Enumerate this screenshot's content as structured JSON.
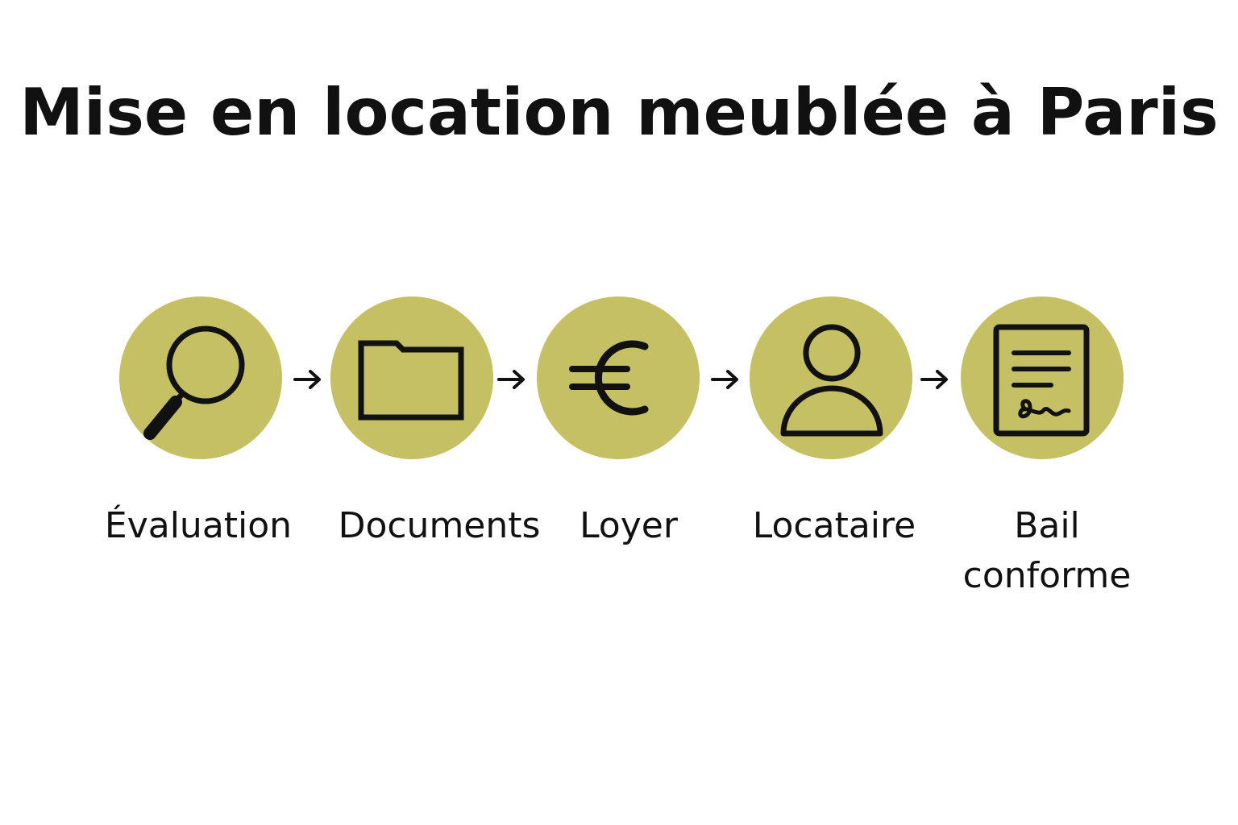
{
  "title": "Mise en location meublée à Paris",
  "steps": [
    {
      "label": "Évaluation",
      "icon": "magnifying-glass-icon"
    },
    {
      "label": "Documents",
      "icon": "folder-icon"
    },
    {
      "label": "Loyer",
      "icon": "euro-icon"
    },
    {
      "label": "Locataire",
      "icon": "person-icon"
    },
    {
      "label_line1": "Bail",
      "label_line2": "conforme",
      "icon": "signed-document-icon"
    }
  ],
  "colors": {
    "circle": "#c5c064",
    "ink": "#111111",
    "background": "#ffffff"
  }
}
